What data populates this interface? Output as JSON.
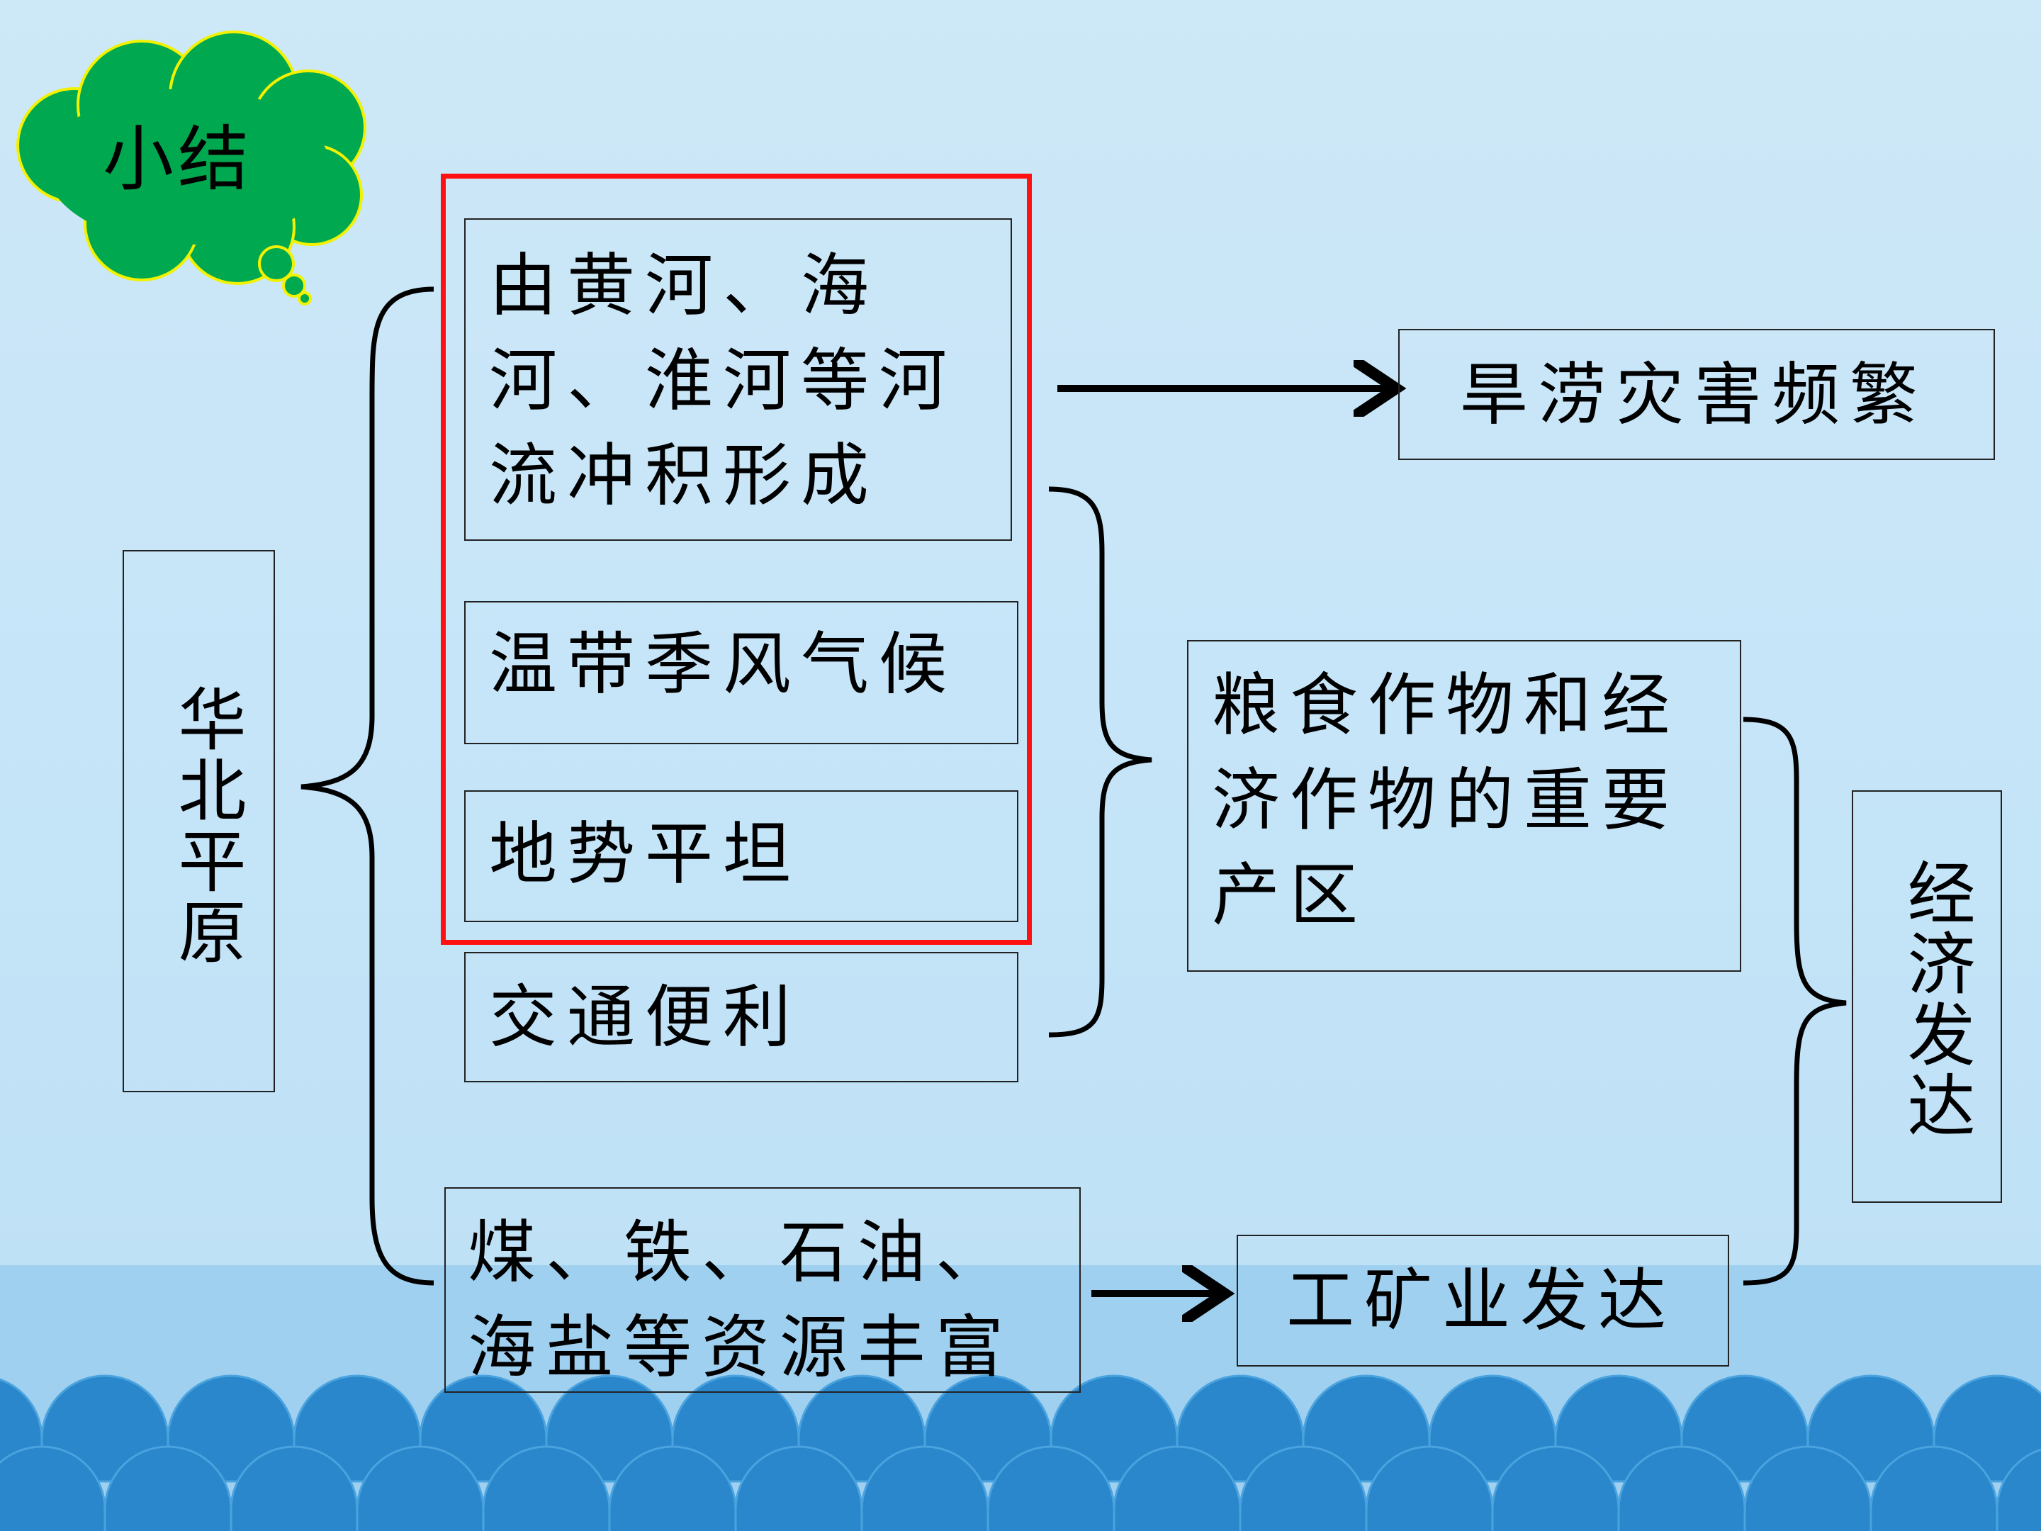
{
  "badge": {
    "label": "小结",
    "cloud_color": "#00a84f",
    "cloud_border": "#f2f200"
  },
  "root": {
    "label": "华北平原"
  },
  "causes": [
    {
      "label": "由黄河、海河、淮河等河流冲积形成"
    },
    {
      "label": "温带季风气候"
    },
    {
      "label": "地势平坦"
    },
    {
      "label": "交通便利"
    },
    {
      "label": "煤、铁、石油、海盐等资源丰富"
    }
  ],
  "effects": {
    "disaster": "旱涝灾害频繁",
    "agriculture": "粮食作物和经济作物的重要产区",
    "industry": "工矿业发达",
    "economy": "经济发达"
  },
  "colors": {
    "highlight": "#ff1111",
    "sky": "#c6e5f8",
    "sea_band": "#9fd0f0",
    "waves": "#2a87cc"
  }
}
